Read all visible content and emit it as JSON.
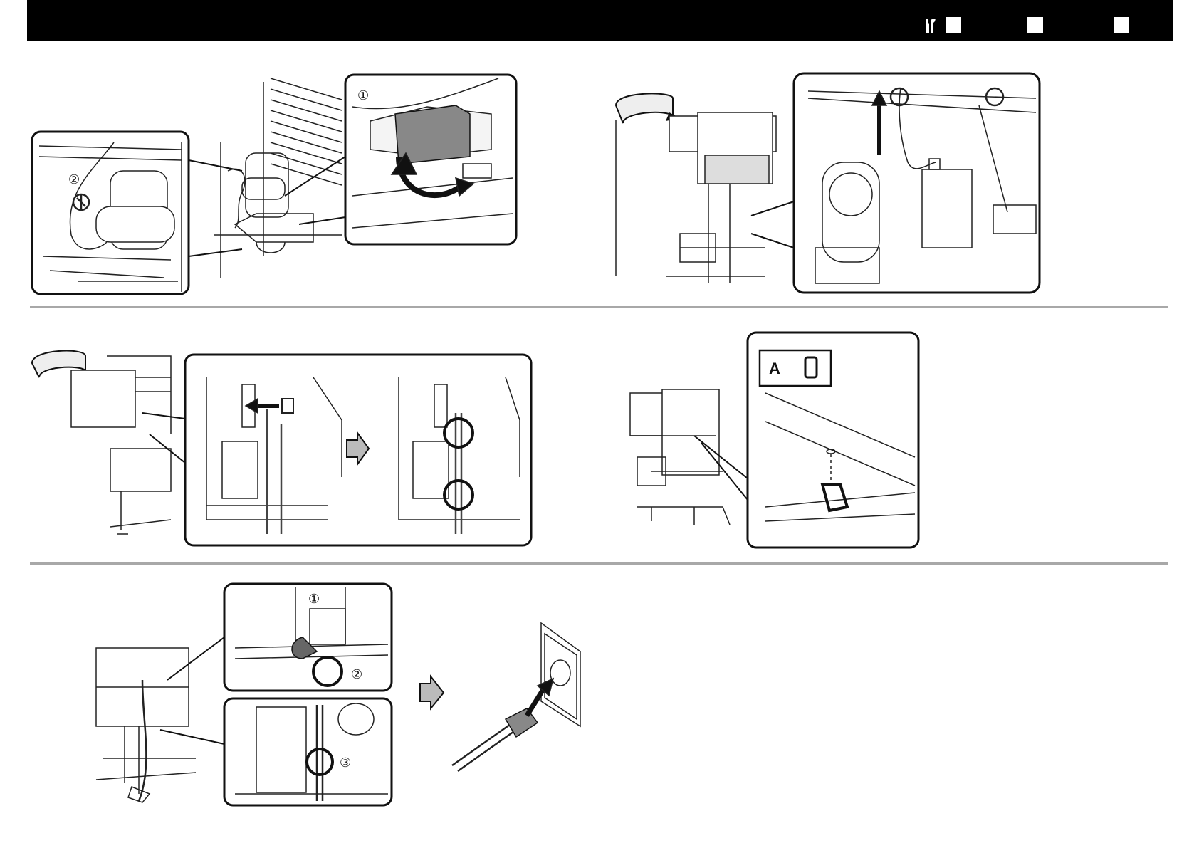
{
  "header": {
    "tool_icon": "wrench-screwdriver-icon",
    "language_boxes": 3,
    "bar_color": "#000000"
  },
  "illustrations": {
    "step1": {
      "callout_1": "①",
      "callout_2": "②"
    },
    "step2": {
      "icon": "cable-clip-icon"
    },
    "step3": {
      "arrow": "right-arrow-icon"
    },
    "step4": {
      "label_a": "A"
    },
    "step5": {
      "callout_1": "①",
      "callout_2": "②",
      "callout_3": "③"
    }
  },
  "colors": {
    "separator": "#a8a8a8",
    "ink": "#111111"
  }
}
